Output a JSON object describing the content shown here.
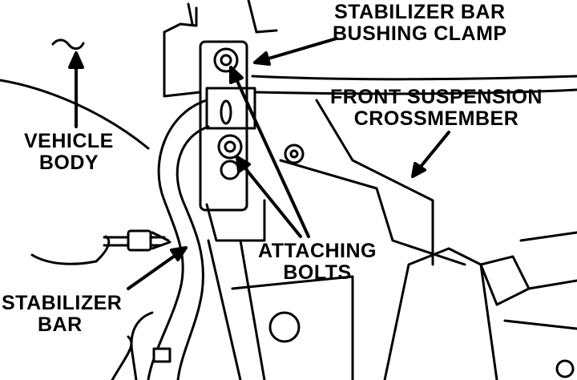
{
  "labels": {
    "clamp": [
      "STABILIZER BAR",
      "BUSHING CLAMP"
    ],
    "crossmember": [
      "FRONT SUSPENSION",
      "CROSSMEMBER"
    ],
    "vehicle_body": [
      "VEHICLE",
      "BODY"
    ],
    "bolts": [
      "ATTACHING",
      "BOLTS"
    ],
    "stabilizer_bar": [
      "STABILIZER",
      "BAR"
    ]
  },
  "colors": {
    "ink": "#000000",
    "paper": "#ffffff"
  }
}
